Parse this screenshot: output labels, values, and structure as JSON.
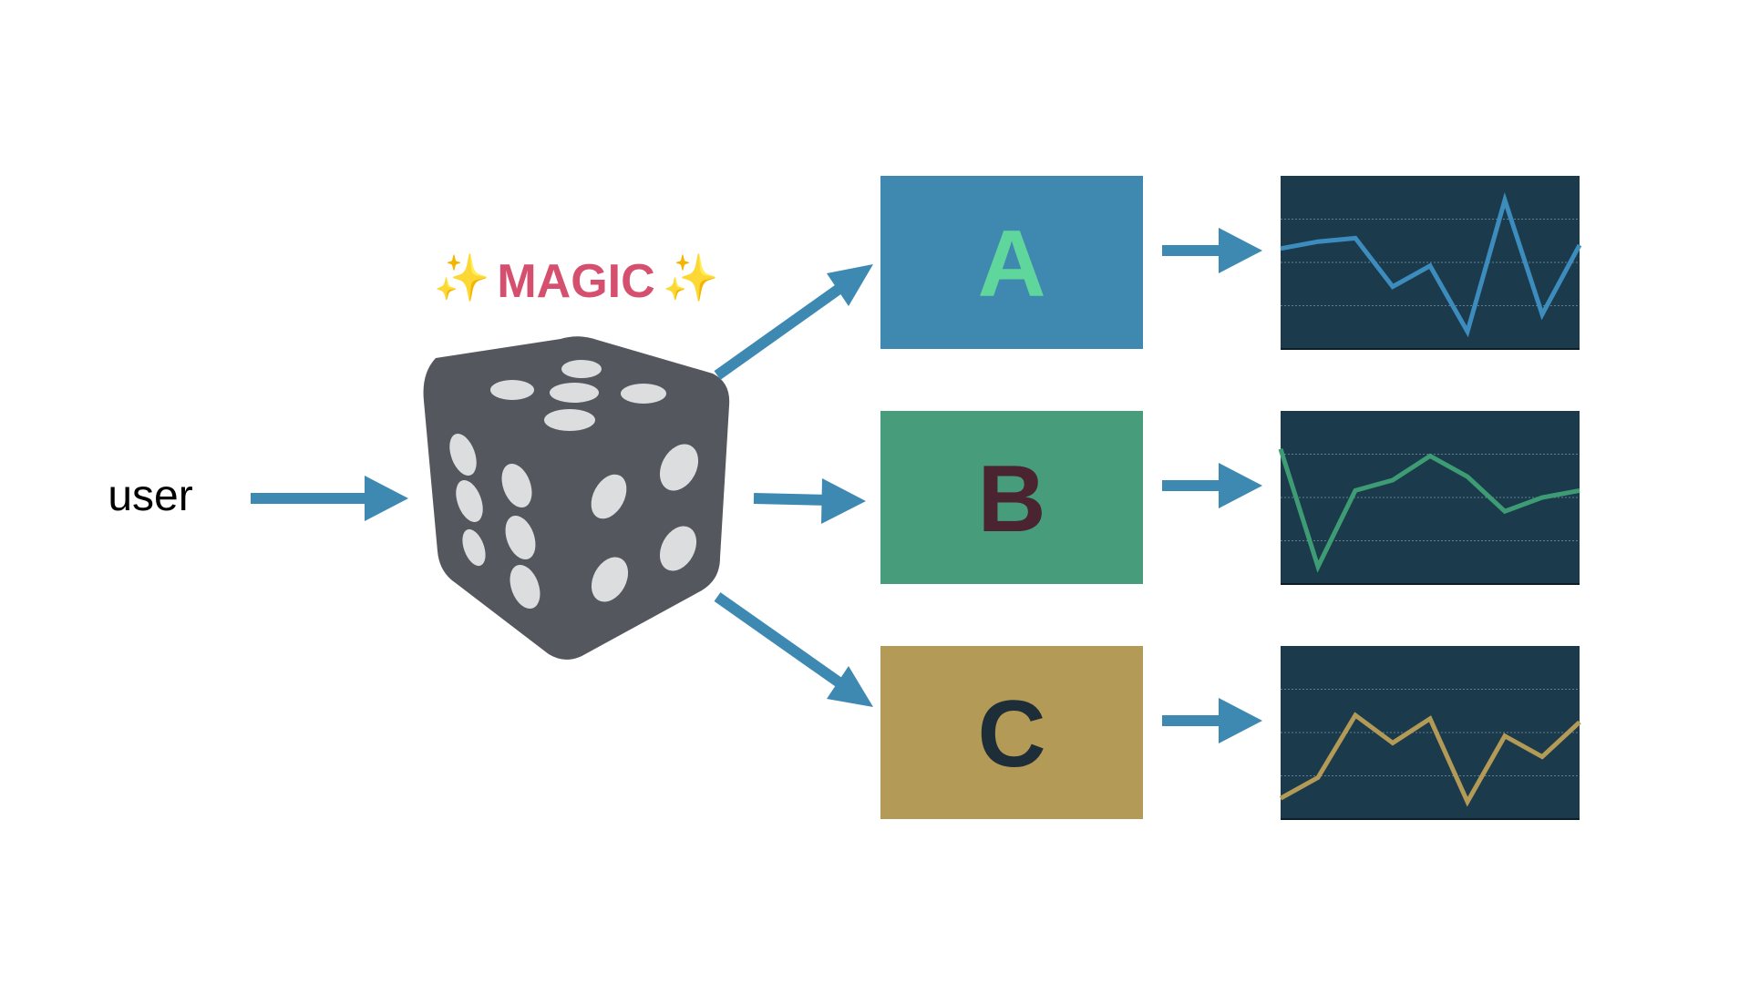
{
  "input_label": "user",
  "magic": {
    "sparkle_left": "✨",
    "text": "MAGIC",
    "sparkle_right": "✨",
    "color": "#D4506E",
    "sparkle_color": "#F2C14E"
  },
  "die": {
    "icon": "dice-icon",
    "body_color": "#54575E",
    "pip_color": "#DCDDDF"
  },
  "arrow_color": "#3D89B1",
  "chart_background": "#1B3A4B",
  "variants": [
    {
      "letter": "A",
      "box_color": "#3F89B1",
      "letter_color": "#5FD69B",
      "line_color": "#3D8CBE",
      "series": [
        5.8,
        6.2,
        6.4,
        3.6,
        4.8,
        1.0,
        8.6,
        2.0,
        6.0
      ]
    },
    {
      "letter": "B",
      "box_color": "#479D7B",
      "letter_color": "#4A2430",
      "line_color": "#3E9C75",
      "series": [
        7.8,
        1.0,
        5.4,
        6.0,
        7.4,
        6.2,
        4.2,
        5.0,
        5.4
      ]
    },
    {
      "letter": "C",
      "box_color": "#B39A56",
      "letter_color": "#1D2E38",
      "line_color": "#B39A56",
      "series": [
        1.2,
        2.4,
        6.0,
        4.4,
        5.8,
        1.0,
        4.8,
        3.6,
        5.6
      ]
    }
  ]
}
